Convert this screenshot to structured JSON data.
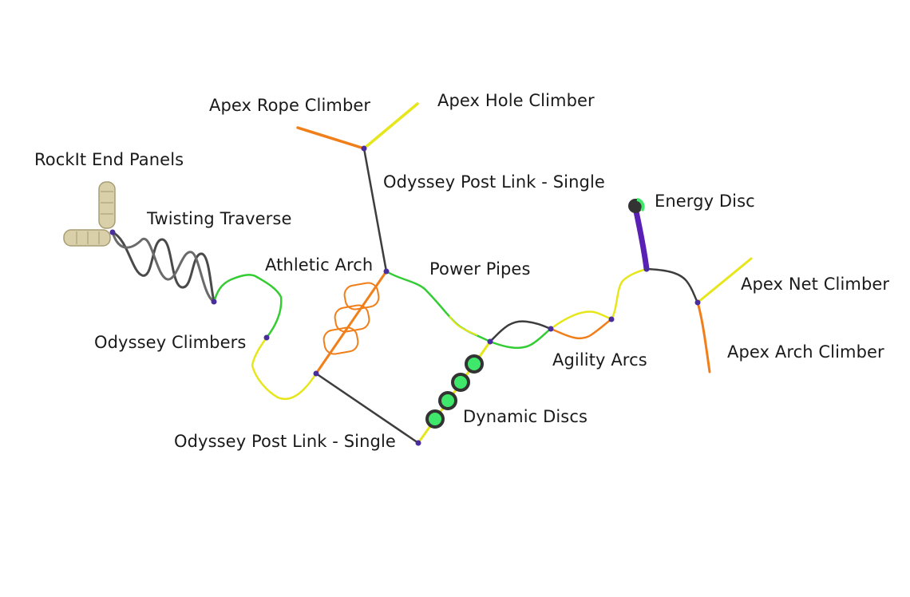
{
  "labels": {
    "apex_rope_climber": "Apex Rope Climber",
    "apex_hole_climber": "Apex Hole Climber",
    "rockit_end_panels": "RockIt End Panels",
    "odyssey_post_link_top": "Odyssey Post Link - Single",
    "twisting_traverse": "Twisting Traverse",
    "energy_disc": "Energy Disc",
    "athletic_arch": "Athletic Arch",
    "power_pipes": "Power Pipes",
    "apex_net_climber": "Apex Net Climber",
    "odyssey_climbers": "Odyssey Climbers",
    "apex_arch_climber": "Apex Arch Climber",
    "agility_arcs": "Agility Arcs",
    "dynamic_discs": "Dynamic Discs",
    "odyssey_post_link_bottom": "Odyssey Post Link - Single"
  },
  "colors": {
    "post_link": "#3d3d3d",
    "green": "#33cc33",
    "yellow": "#e6e61a",
    "orange": "#f07f1a",
    "purple": "#5a1fb5",
    "node": "#4a2d9c",
    "disc_green": "#3fe86a",
    "rock": "#d9cfa8"
  }
}
